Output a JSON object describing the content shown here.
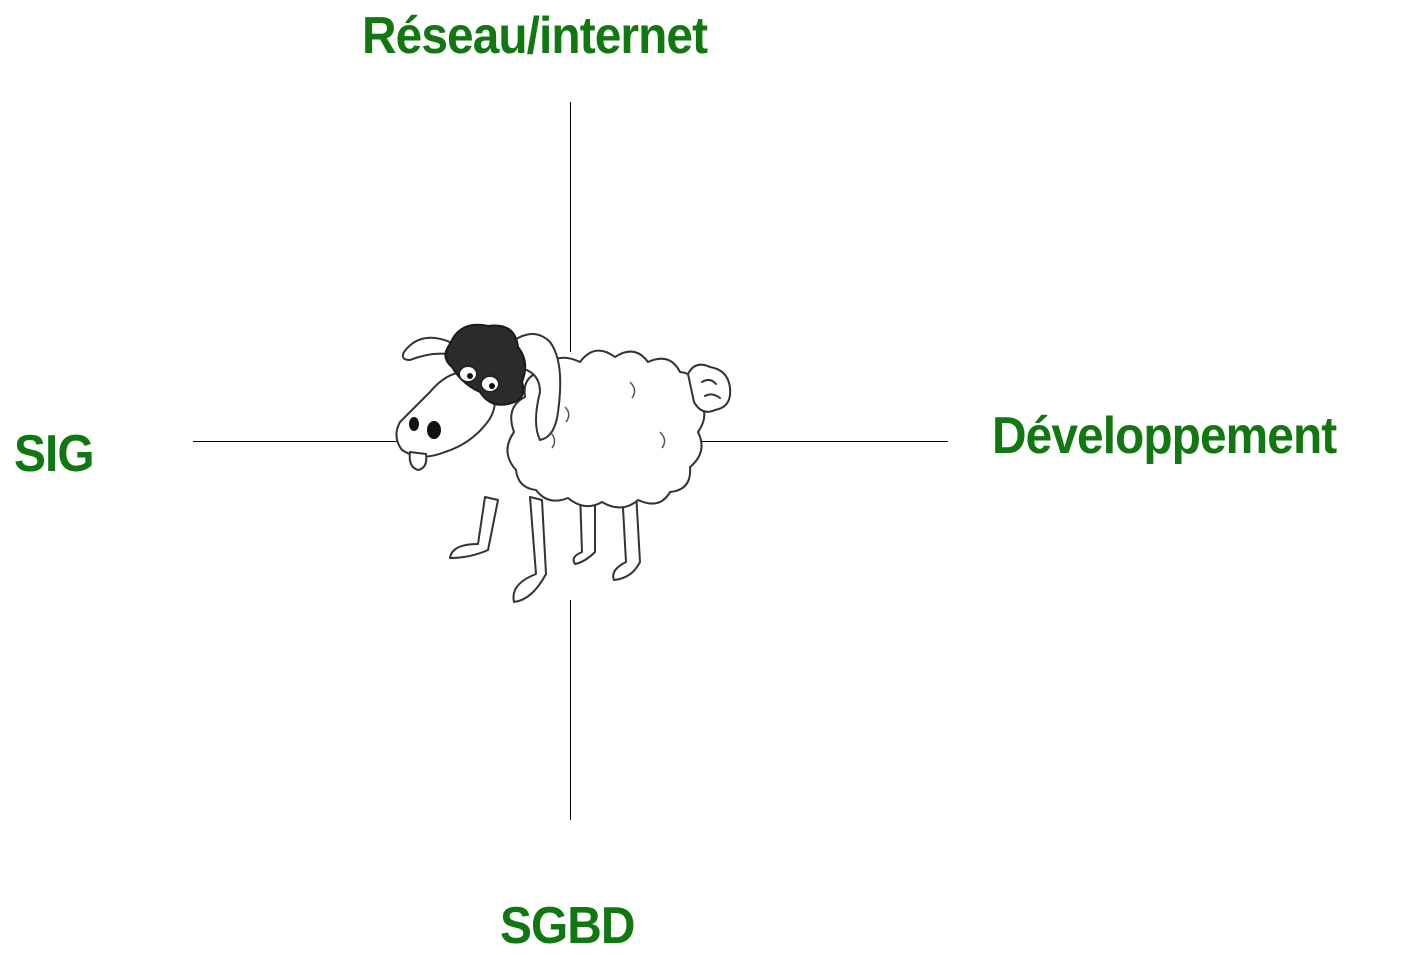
{
  "labels": {
    "top": "Réseau/internet",
    "left": "SIG",
    "right": "Développement",
    "bottom": "SGBD"
  },
  "colors": {
    "label": "#117711",
    "axis": "#000000"
  },
  "center_image": "sheep-illustration"
}
